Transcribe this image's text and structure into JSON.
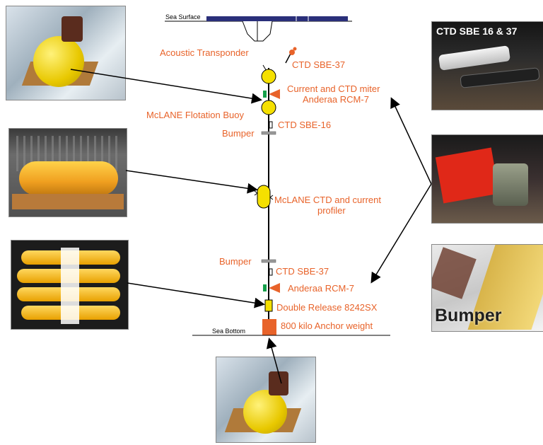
{
  "labels": {
    "sea_surface": "Sea Surface",
    "sea_bottom": "Sea Bottom",
    "acoustic_transponder": "Acoustic Transponder",
    "ctd_sbe37_top": "CTD SBE-37",
    "current_ctd_line1": "Current and CTD miter",
    "current_ctd_line2": "Anderaa RCM-7",
    "mclane_buoy": "McLANE Flotation Buoy",
    "ctd_sbe16": "CTD SBE-16",
    "bumper_top": "Bumper",
    "profiler_line1": "McLANE CTD and current",
    "profiler_line2": "profiler",
    "bumper_bottom": "Bumper",
    "ctd_sbe37_bottom": "CTD SBE-37",
    "anderaa_bottom": "Anderaa RCM-7",
    "double_release": "Double Release 8242SX",
    "anchor": "800 kilo Anchor weight"
  },
  "photo_captions": {
    "ctd_photo": "CTD SBE 16 & 37",
    "bumper_photo": "Bumper"
  },
  "colors": {
    "label": "#e8632a",
    "buoy": "#f5e000",
    "ship": "#2a2f7a",
    "anchor": "#e8632a",
    "cable": "#000000"
  }
}
